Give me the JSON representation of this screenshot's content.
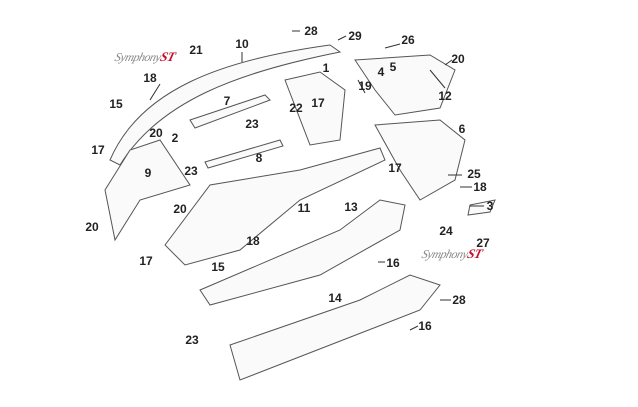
{
  "diagram": {
    "logos": [
      {
        "brand": "Symphony",
        "model": "ST"
      },
      {
        "brand": "Symphony",
        "model": "ST"
      }
    ],
    "labels": [
      "28",
      "29",
      "26",
      "10",
      "21",
      "4",
      "5",
      "20",
      "18",
      "1",
      "19",
      "12",
      "15",
      "22",
      "17",
      "7",
      "20",
      "23",
      "6",
      "2",
      "17",
      "23",
      "8",
      "17",
      "25",
      "9",
      "18",
      "11",
      "3",
      "20",
      "20",
      "13",
      "24",
      "17",
      "18",
      "15",
      "16",
      "27",
      "28",
      "14",
      "23",
      "16"
    ],
    "colors": {
      "line": "#555555",
      "accent": "#c8102e"
    }
  }
}
